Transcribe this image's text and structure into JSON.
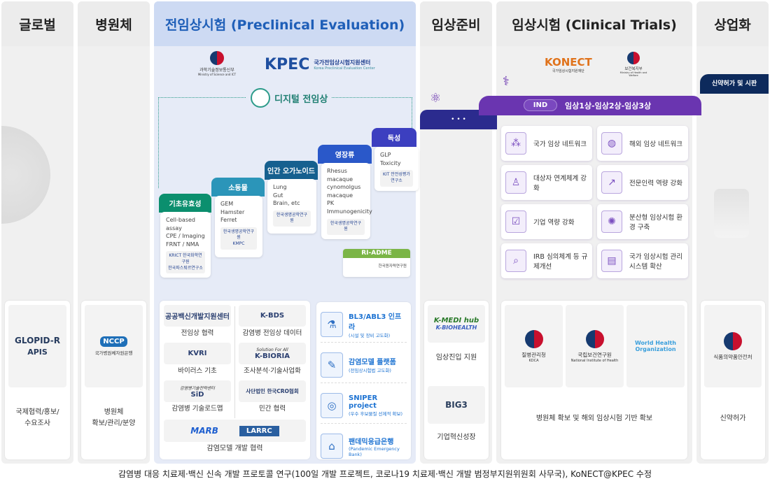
{
  "columns": [
    {
      "title": "글로벌"
    },
    {
      "title": "병원체"
    },
    {
      "title": "전임상시험 (Preclinical Evaluation)"
    },
    {
      "title": "임상준비"
    },
    {
      "title": "임상시험 (Clinical Trials)"
    },
    {
      "title": "상업화"
    }
  ],
  "preclinical": {
    "logos": {
      "msit": "과학기술정보통신부",
      "msit_en": "Ministry of Science and ICT",
      "kpec": "KPEC",
      "kpec_kr": "국가전임상시험지원센터",
      "kpec_en": "Korea Preclinical Evaluation Center"
    },
    "digital_label": "디지털 전임상",
    "steps": [
      {
        "title": "기초유효성",
        "items": [
          "Cell-based assay",
          "CPE / Imaging",
          "FRNT / NMA"
        ],
        "logos": [
          "KRICT 한국화학연구원",
          "한국파스퇴르연구소"
        ],
        "color": "#0b8f6e"
      },
      {
        "title": "소동물",
        "items": [
          "GEM",
          "Hamster",
          "Ferret"
        ],
        "logos": [
          "한국생명공학연구원",
          "KMPC"
        ],
        "color": "#2b95b9"
      },
      {
        "title": "인간 오가노이드",
        "items": [
          "Lung",
          "Gut",
          "Brain, etc"
        ],
        "logos": [
          "한국생명공학연구원"
        ],
        "color": "#16608f"
      },
      {
        "title": "영장류",
        "items": [
          "Rhesus macaque",
          "cynomolgus macaque",
          "PK",
          "Immunogenicity"
        ],
        "logos": [
          "한국생명공학연구원"
        ],
        "color": "#2a58c9"
      },
      {
        "title": "독성",
        "items": [
          "GLP Toxicity"
        ],
        "logos": [
          "KIT 안전성평가연구소"
        ],
        "color": "#3c3fc0"
      }
    ],
    "ri_adme": {
      "title": "RI-ADME",
      "logo": "한국원자력연구원"
    },
    "partners": [
      {
        "logo": "공공백신개발지원센터",
        "label": "전임상 협력"
      },
      {
        "logo": "K-BDS",
        "label": "감염병 전임상 데이터"
      },
      {
        "logo": "KVRI",
        "label": "바이러스 기초"
      },
      {
        "logo": "K-BIORIA",
        "logo_sub": "Solution For All",
        "label": "조사분석·기술사업화"
      },
      {
        "logo": "SiD",
        "logo_sub": "감염병기술전략센터",
        "label": "감염병 기술로드맵"
      },
      {
        "logo": "사단법인 한국CRO협회",
        "label": "민간 협력"
      }
    ],
    "model_partners": {
      "logos": [
        "MARB",
        "LARRC"
      ],
      "label": "감염모델 개발 협력"
    },
    "programs": [
      {
        "title": "BL3/ABL3 인프라",
        "sub": "(시설 및 장비 고도화)",
        "icon": "lab-icon"
      },
      {
        "title": "감염모델 플랫폼",
        "sub": "(전임상시험법 고도화)",
        "icon": "microscope-icon"
      },
      {
        "title": "SNIPER project",
        "sub": "(우수 후보물질 선제적 확보)",
        "icon": "target-icon"
      },
      {
        "title": "팬데믹응급은행",
        "sub": "(Pandemic Emergency Bank)",
        "icon": "bank-icon"
      }
    ]
  },
  "prep": {
    "dots": "• • •",
    "logos": [
      "K-MEDI hub",
      "K-BIOHEALTH"
    ],
    "label1": "임상진입 지원",
    "logo2": "BIG3",
    "label2": "기업혁신성장"
  },
  "clinical": {
    "logos": {
      "konect": "KONECT",
      "konect_kr": "국가임상시험지원재단",
      "mohw": "보건복지부",
      "mohw_en": "Ministry of Health and Welfare"
    },
    "ind": "IND",
    "phases": "임상1상-임상2상-임상3상",
    "cards": [
      {
        "label": "국가 임상 네트워크",
        "icon": "network-icon"
      },
      {
        "label": "해외 임상 네트워크",
        "icon": "globe-icon"
      },
      {
        "label": "대상자 연계체계 강화",
        "icon": "people-icon"
      },
      {
        "label": "전문인력 역량 강화",
        "icon": "growth-icon"
      },
      {
        "label": "기업 역량 강화",
        "icon": "team-icon"
      },
      {
        "label": "분산형 임상시험 환경 구축",
        "icon": "virus-icon"
      },
      {
        "label": "IRB 심의체계 등 규제개선",
        "icon": "search-doc-icon"
      },
      {
        "label": "국가 임상시험 관리시스템 확산",
        "icon": "system-icon"
      }
    ],
    "bottom_logos": [
      {
        "name": "질병관리청",
        "en": "KDCA"
      },
      {
        "name": "국립보건연구원",
        "en": "National Institute of Health"
      },
      {
        "name": "World Health Organization",
        "en": ""
      }
    ],
    "bottom_label": "병원체 확보 및 해외 임상시험 기반 확보"
  },
  "commercial": {
    "banner": "신약허가 및 시판",
    "logo": "식품의약품안전처",
    "label": "신약허가"
  },
  "global": {
    "logo": "GLOPID-R",
    "logo2": "APIS",
    "label": "국제협력/홍보/\n수요조사"
  },
  "pathogen": {
    "logo": "NCCP",
    "logo_kr": "국가병원체자원은행",
    "label": "병원체\n확보/관리/분양"
  },
  "caption": "감염병 대응 치료제·백신 신속 개발 프로토콜 연구(100일 개발 프로젝트, 코로나19 치료제·백신 개발 범정부지원위원회 사무국), KoNECT@KPEC 수정",
  "colors": {
    "preclinical": "#1f5fb8",
    "clinical": "#6a35b0",
    "prep": "#2b2b8e",
    "commercial": "#0d2a5c"
  }
}
